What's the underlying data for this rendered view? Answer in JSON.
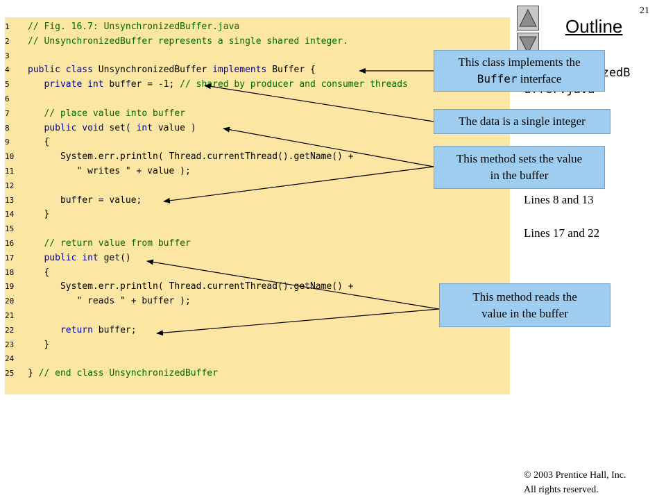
{
  "slide": {
    "number": "21"
  },
  "outline": {
    "title": "Outline"
  },
  "nav": {
    "up_label": "previous slide",
    "down_label": "next slide"
  },
  "side": {
    "file_line1": "UnsynchronizedB",
    "file_line2": "uffer.java",
    "lines_a": "Lines 8 and 13",
    "lines_b": "Lines 17 and 22"
  },
  "code": {
    "lines": [
      {
        "num": "1",
        "parts": [
          [
            "cm",
            "// Fig. 16.7: UnsynchronizedBuffer.java"
          ]
        ]
      },
      {
        "num": "2",
        "parts": [
          [
            "cm",
            "// UnsynchronizedBuffer represents a single shared integer."
          ]
        ]
      },
      {
        "num": "3",
        "parts": []
      },
      {
        "num": "4",
        "parts": [
          [
            "kw",
            "public class"
          ],
          [
            "pl",
            " UnsynchronizedBuffer "
          ],
          [
            "kw",
            "implements"
          ],
          [
            "pl",
            " Buffer {"
          ]
        ]
      },
      {
        "num": "5",
        "parts": [
          [
            "pl",
            "   "
          ],
          [
            "kw",
            "private int"
          ],
          [
            "pl",
            " buffer = -1; "
          ],
          [
            "cm",
            "// shared by producer and consumer threads"
          ]
        ]
      },
      {
        "num": "6",
        "parts": []
      },
      {
        "num": "7",
        "parts": [
          [
            "pl",
            "   "
          ],
          [
            "cm",
            "// place value into buffer"
          ]
        ]
      },
      {
        "num": "8",
        "parts": [
          [
            "pl",
            "   "
          ],
          [
            "kw",
            "public void"
          ],
          [
            "pl",
            " set( "
          ],
          [
            "kw",
            "int"
          ],
          [
            "pl",
            " value )"
          ]
        ]
      },
      {
        "num": "9",
        "parts": [
          [
            "pl",
            "   {"
          ]
        ]
      },
      {
        "num": "10",
        "parts": [
          [
            "pl",
            "      System.err.println( Thread.currentThread().getName() +"
          ]
        ]
      },
      {
        "num": "11",
        "parts": [
          [
            "pl",
            "         \" writes \" + value );"
          ]
        ]
      },
      {
        "num": "12",
        "parts": []
      },
      {
        "num": "13",
        "parts": [
          [
            "pl",
            "      buffer = value;"
          ]
        ]
      },
      {
        "num": "14",
        "parts": [
          [
            "pl",
            "   }"
          ]
        ]
      },
      {
        "num": "15",
        "parts": []
      },
      {
        "num": "16",
        "parts": [
          [
            "pl",
            "   "
          ],
          [
            "cm",
            "// return value from buffer"
          ]
        ]
      },
      {
        "num": "17",
        "parts": [
          [
            "pl",
            "   "
          ],
          [
            "kw",
            "public int"
          ],
          [
            "pl",
            " get()"
          ]
        ]
      },
      {
        "num": "18",
        "parts": [
          [
            "pl",
            "   {"
          ]
        ]
      },
      {
        "num": "19",
        "parts": [
          [
            "pl",
            "      System.err.println( Thread.currentThread().getName() +"
          ]
        ]
      },
      {
        "num": "20",
        "parts": [
          [
            "pl",
            "         \" reads \" + buffer );"
          ]
        ]
      },
      {
        "num": "21",
        "parts": []
      },
      {
        "num": "22",
        "parts": [
          [
            "pl",
            "      "
          ],
          [
            "kw",
            "return"
          ],
          [
            "pl",
            " buffer;"
          ]
        ]
      },
      {
        "num": "23",
        "parts": [
          [
            "pl",
            "   }"
          ]
        ]
      },
      {
        "num": "24",
        "parts": []
      },
      {
        "num": "25",
        "parts": [
          [
            "pl",
            "} "
          ],
          [
            "cm",
            "// end class UnsynchronizedBuffer"
          ]
        ]
      }
    ]
  },
  "callouts": {
    "implements_pre": "This class implements the",
    "implements_mono": "Buffer",
    "implements_post": " interface",
    "single_integer": "The data is a single integer",
    "sets_value_1": "This method sets the value",
    "sets_value_2": "in the buffer",
    "reads_value_1": "This method reads the",
    "reads_value_2": "value in the buffer"
  },
  "colors": {
    "code_bg": "#fce6a4",
    "comment": "#006600",
    "keyword": "#000099",
    "callout_bg": "#9ecdf0"
  },
  "copyright": {
    "line1": "© 2003 Prentice Hall, Inc.",
    "line2": "All rights reserved."
  }
}
